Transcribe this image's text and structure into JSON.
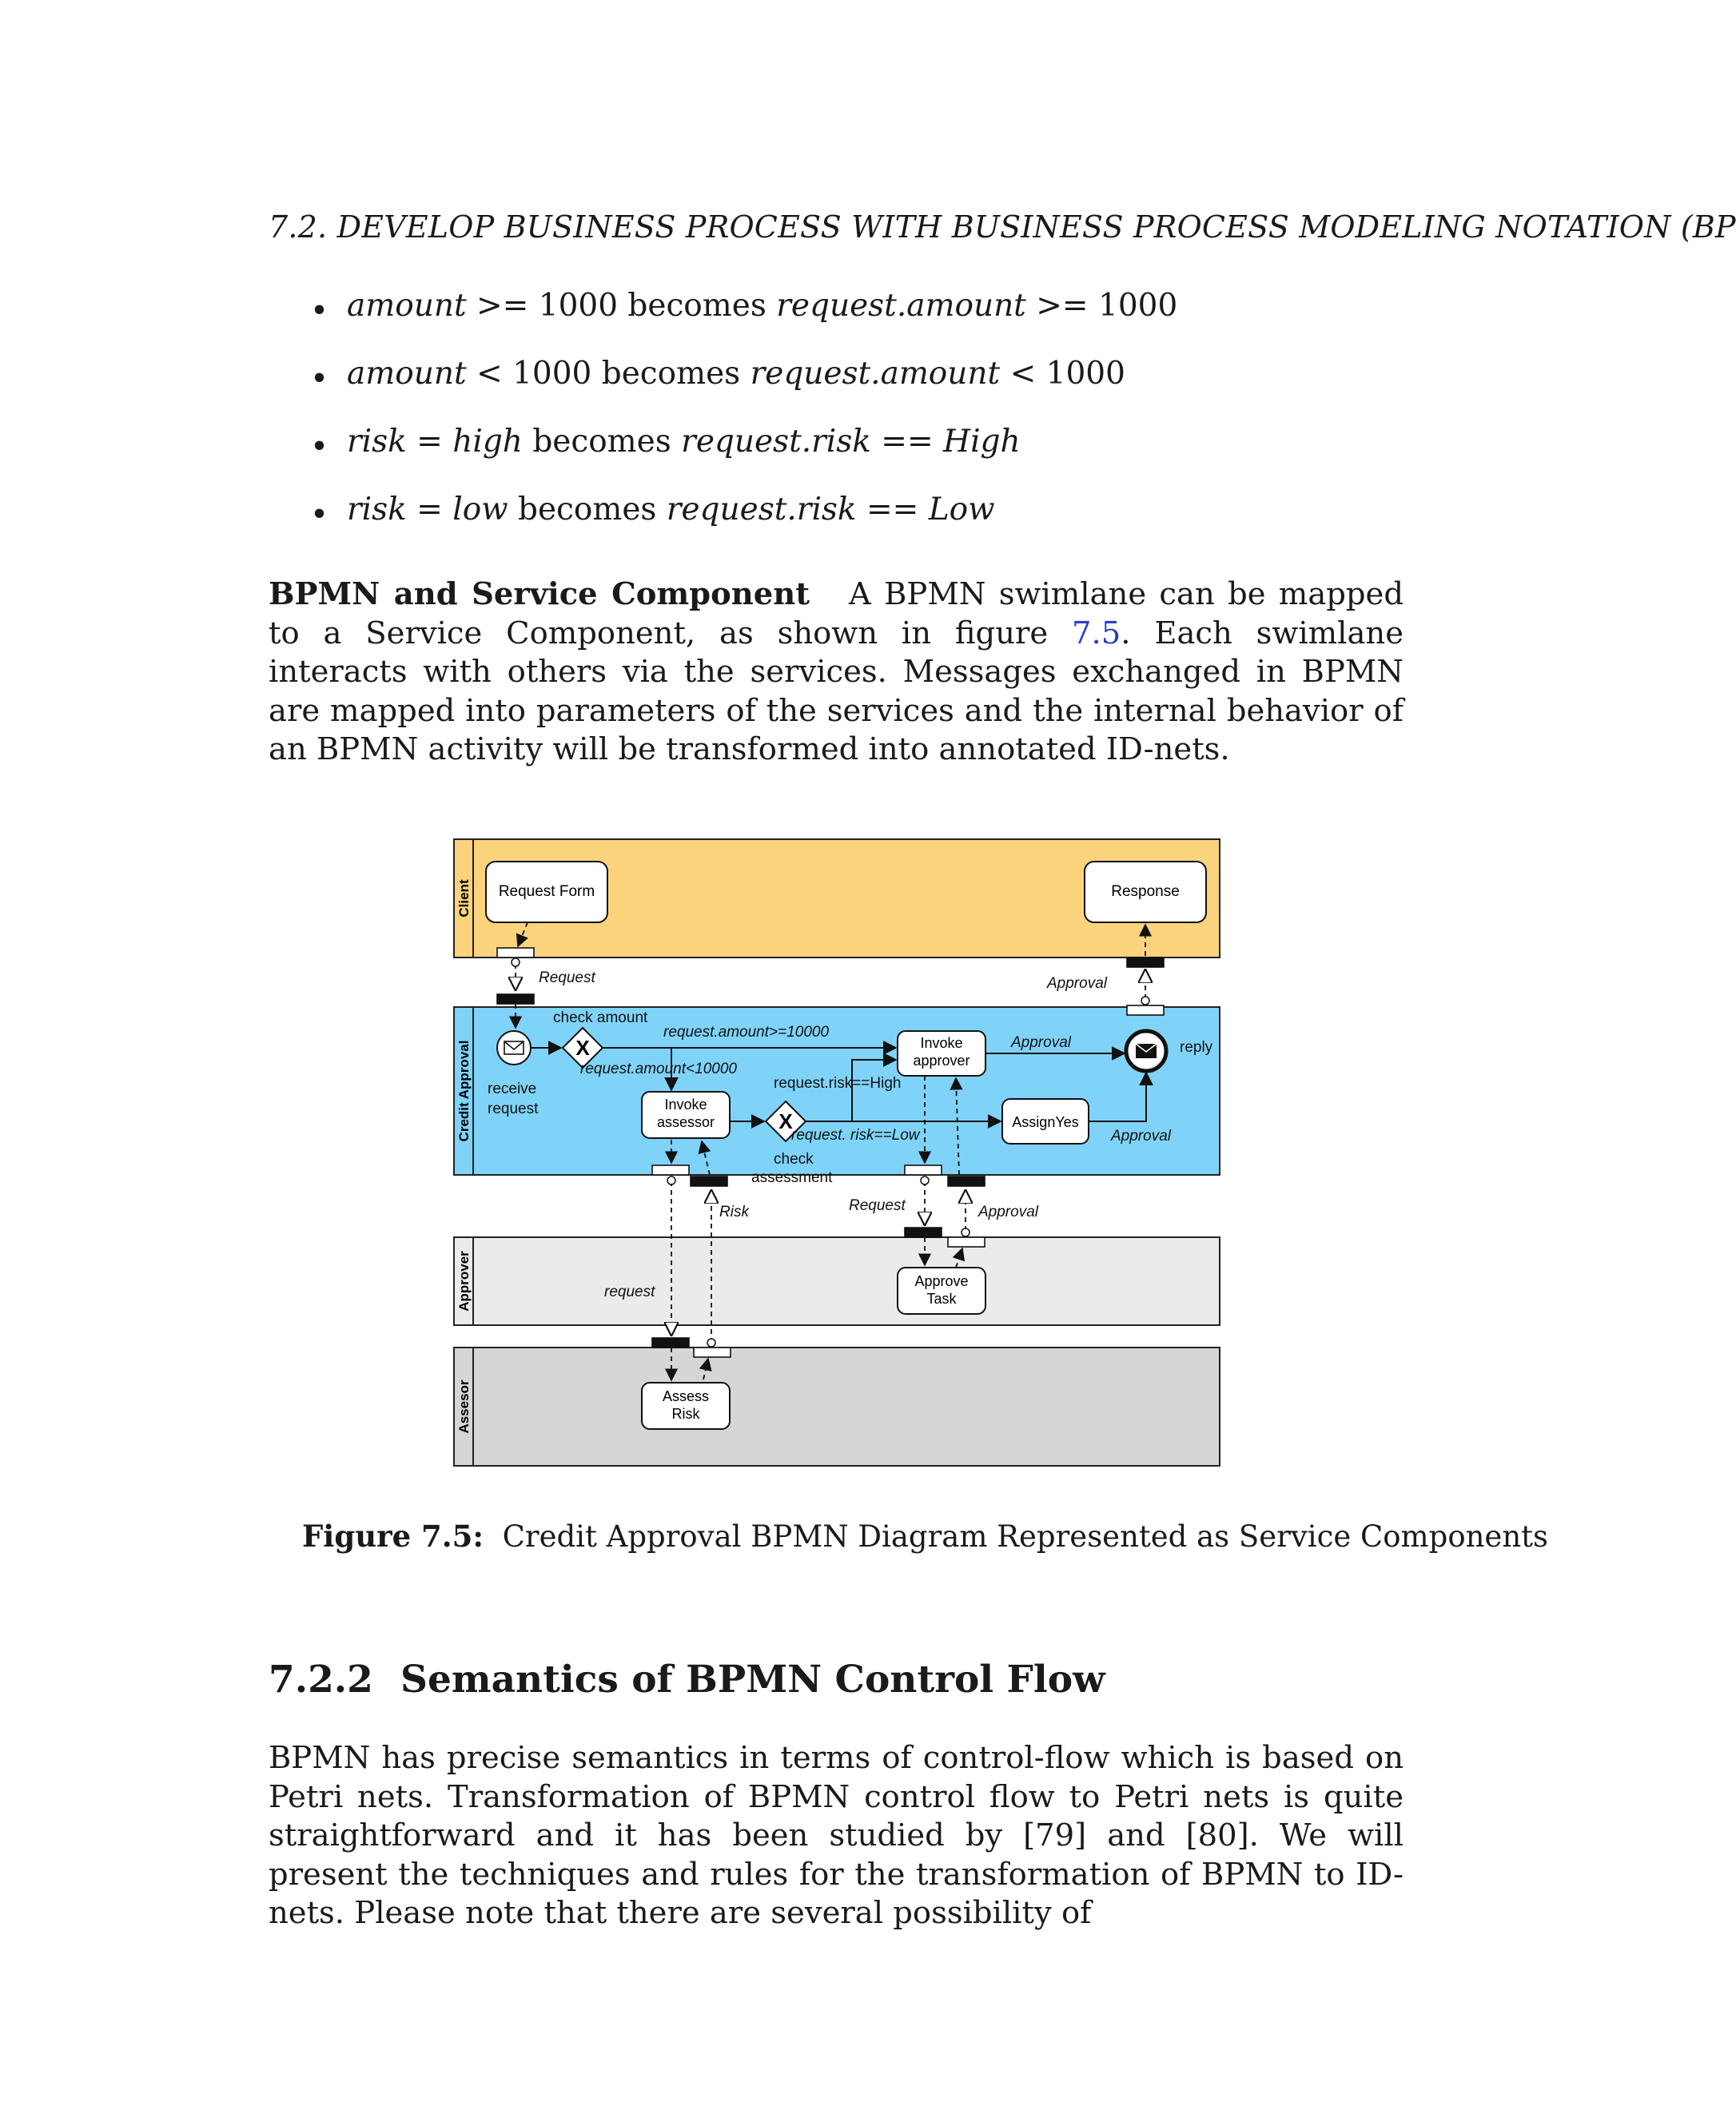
{
  "running_head": "7.2.  DEVELOP BUSINESS PROCESS WITH BUSINESS PROCESS MODELING NOTATION (BP",
  "bullets": [
    {
      "lhs": "amount",
      "op1": " >= 1000 becomes ",
      "rhs": "request.amount",
      "op2": " >= 1000"
    },
    {
      "lhs": "amount",
      "op1": " < 1000 becomes ",
      "rhs": "request.amount",
      "op2": " < 1000"
    },
    {
      "lhs": "risk = high",
      "op1": " becomes ",
      "rhs": "request.risk == High",
      "op2": ""
    },
    {
      "lhs": "risk = low",
      "op1": " becomes ",
      "rhs": "request.risk == Low",
      "op2": ""
    }
  ],
  "paragraph1": {
    "heading": "BPMN and Service Component",
    "text_before_link": "A BPMN swimlane can be mapped to a Service Component, as shown in figure ",
    "link": "7.5",
    "text_after_link": ". Each swimlane interacts with others via the services. Messages exchanged in BPMN are mapped into parameters of the services and the internal behavior of an BPMN activity will be transformed into annotated ID-nets."
  },
  "diagram": {
    "colors": {
      "client": "#fbd37c",
      "credit": "#7fd3f8",
      "approver": "#ebebed",
      "assessor": "#d6d6d8"
    },
    "lanes": {
      "client": "Client",
      "credit": "Credit Approval",
      "approver": "Approver",
      "assessor": "Assesor"
    },
    "tasks": {
      "request_form": "Request Form",
      "response": "Response",
      "invoke_assessor": [
        "Invoke",
        "assessor"
      ],
      "invoke_approver": [
        "Invoke",
        "approver"
      ],
      "assign_yes": "AssignYes",
      "approve_task": [
        "Approve",
        "Task"
      ],
      "assess_risk": [
        "Assess",
        "Risk"
      ]
    },
    "labels": {
      "request_msg": "Request",
      "approval_top": "Approval",
      "check_amount": "check amount",
      "amount_high": "request.amount>=10000",
      "amount_low": "request.amount<10000",
      "receive_request": [
        "receive",
        "request"
      ],
      "risk_high": "request.risk==High",
      "risk_low": "request. risk==Low",
      "check_assessment": [
        "check",
        "assessment"
      ],
      "approval_flow1": "Approval",
      "approval_flow2": "Approval",
      "reply": "reply",
      "risk_msg": "Risk",
      "request_to_approver": "Request",
      "approval_from_approver": "Approval",
      "request_to_assessor": "request"
    },
    "gateway_mark": "X"
  },
  "caption": {
    "label": "Figure 7.5:",
    "text": "Credit Approval BPMN Diagram Represented as Service Components"
  },
  "section": {
    "number": "7.2.2",
    "title": "Semantics of BPMN Control Flow"
  },
  "paragraph2": "BPMN has precise semantics in terms of control-flow which is based on Petri nets. Transformation of BPMN control flow to Petri nets is quite straightforward and it has been studied by [79] and [80]. We will present the techniques and rules for the transformation of BPMN to ID-nets. Please note that there are several possibility of"
}
